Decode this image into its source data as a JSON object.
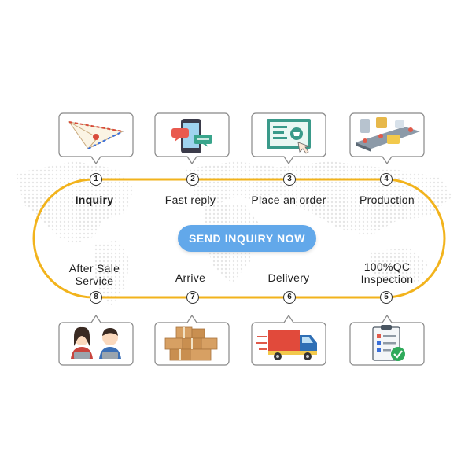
{
  "cta": {
    "label": "SEND INQUIRY NOW"
  },
  "steps": [
    {
      "num": "1",
      "label": "Inquiry",
      "icon": "paper-plane-envelope-icon"
    },
    {
      "num": "2",
      "label": "Fast reply",
      "icon": "smartphone-chat-icon"
    },
    {
      "num": "3",
      "label": "Place an order",
      "icon": "online-order-screen-icon"
    },
    {
      "num": "4",
      "label": "Production",
      "icon": "factory-production-line-icon"
    },
    {
      "num": "5",
      "label_lines": [
        "100%QC",
        "Inspection"
      ],
      "icon": "qc-checklist-clipboard-icon"
    },
    {
      "num": "6",
      "label": "Delivery",
      "icon": "delivery-truck-icon"
    },
    {
      "num": "7",
      "label": "Arrive",
      "icon": "cardboard-boxes-icon"
    },
    {
      "num": "8",
      "label_lines": [
        "After Sale",
        "Service"
      ],
      "icon": "customer-service-agents-icon"
    }
  ],
  "colors": {
    "track": "#f2b31c",
    "cta": "#62a8ea",
    "map": "#e9e9e9"
  }
}
